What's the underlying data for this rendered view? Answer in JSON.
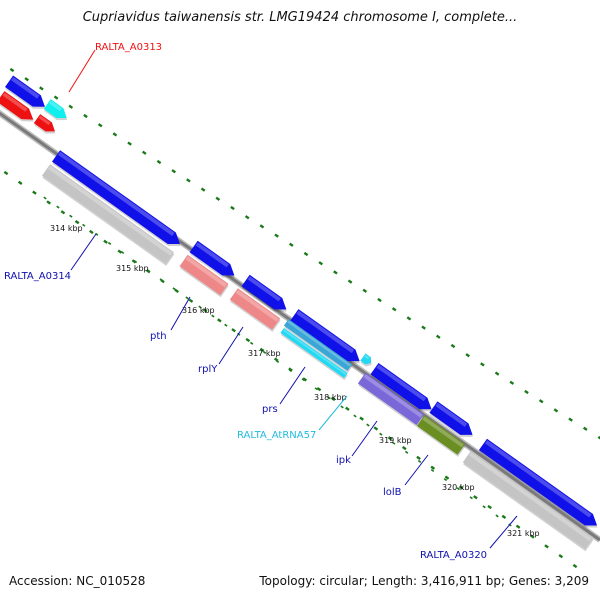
{
  "title": "Cupriavidus taiwanensis str. LMG19424 chromosome I, complete...",
  "footer": {
    "accession": "Accession: NC_010528",
    "summary": "Topology: circular; Length: 3,416,911 bp; Genes: 3,209"
  },
  "colors": {
    "cds_blue": "#1010e8",
    "gene_gray": "#c4c4c4",
    "rrna_red": "#ee1111",
    "trna_cyan": "#11eeee",
    "pink": "#ee8888",
    "teal": "#3aa6d6",
    "cyan": "#22d8f2",
    "lavender": "#7b68d8",
    "olive": "#6b8e23",
    "backbone": "#888888",
    "tick": "#1a7a1a",
    "label_blue": "#1010b0",
    "label_red": "#ee1111",
    "label_cyan": "#22bbdd"
  },
  "scale_labels": [
    "314 kbp",
    "315 kbp",
    "316 kbp",
    "317 kbp",
    "318 kbp",
    "319 kbp",
    "320 kbp",
    "321 kbp"
  ],
  "gene_labels": [
    {
      "text": "RALTA_A0313",
      "color": "label_red"
    },
    {
      "text": "RALTA_A0314",
      "color": "label_blue"
    },
    {
      "text": "pth",
      "color": "label_blue"
    },
    {
      "text": "rplY",
      "color": "label_blue"
    },
    {
      "text": "prs",
      "color": "label_blue"
    },
    {
      "text": "RALTA_AtRNA57",
      "color": "label_cyan"
    },
    {
      "text": "ipk",
      "color": "label_blue"
    },
    {
      "text": "lolB",
      "color": "label_blue"
    },
    {
      "text": "RALTA_A0320",
      "color": "label_blue"
    }
  ]
}
